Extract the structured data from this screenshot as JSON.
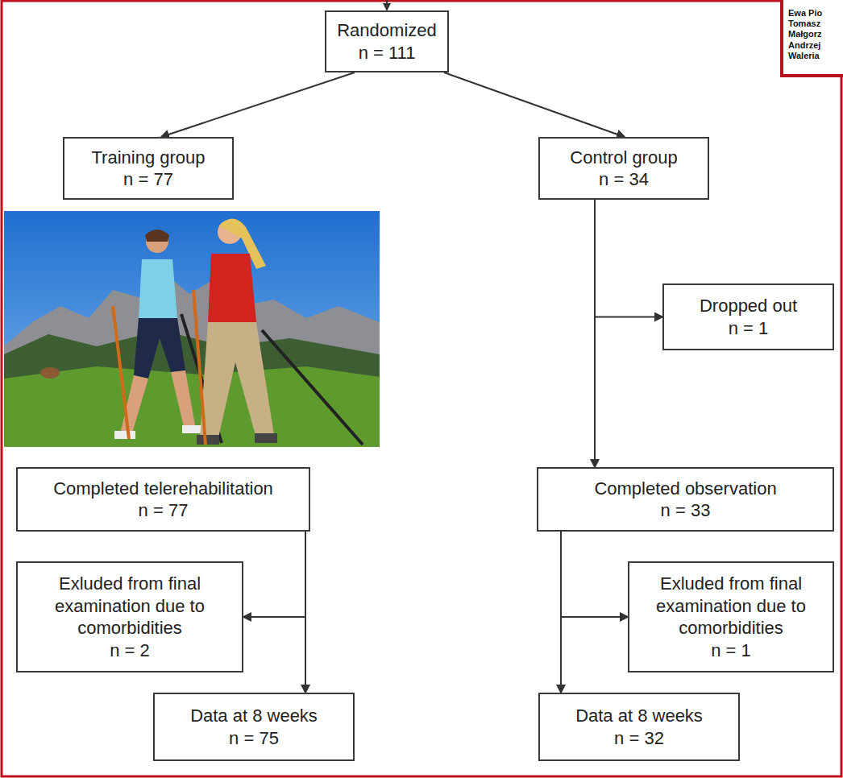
{
  "diagram": {
    "nodes": [
      {
        "text": [
          "Randomized",
          "n = 111"
        ]
      },
      {
        "text": [
          "Training group",
          "n = 77"
        ]
      },
      {
        "text": [
          "Control group",
          "n = 34"
        ]
      },
      {
        "text": [
          "Dropped out",
          "n = 1"
        ]
      },
      {
        "text": [
          "Completed telerehabilitation",
          "n = 77"
        ]
      },
      {
        "text": [
          "Completed observation",
          "n = 33"
        ]
      },
      {
        "text": [
          "Exluded from final examination due to comorbidities",
          "n = 2"
        ]
      },
      {
        "text": [
          "Exluded from final examination due to comorbidities",
          "n = 1"
        ]
      },
      {
        "text": [
          "Data at 8 weeks",
          "n = 75"
        ]
      },
      {
        "text": [
          "Data at 8 weeks",
          "n = 32"
        ]
      }
    ],
    "edges": [
      {
        "from": 0,
        "to": 1,
        "arrow": "to"
      },
      {
        "from": 0,
        "to": 2,
        "arrow": "to"
      },
      {
        "from": 2,
        "to": 3,
        "arrow": "to"
      },
      {
        "from": 2,
        "to": 5,
        "arrow": "to"
      },
      {
        "from": 4,
        "to": 6,
        "arrow": "to"
      },
      {
        "from": 4,
        "to": 8,
        "arrow": "to"
      },
      {
        "from": 5,
        "to": 7,
        "arrow": "to"
      },
      {
        "from": 5,
        "to": 9,
        "arrow": "to"
      }
    ],
    "labels": [
      "Ewa Pio",
      "Tomasz",
      "Małgorz",
      "Andrzej",
      "Waleria"
    ]
  }
}
